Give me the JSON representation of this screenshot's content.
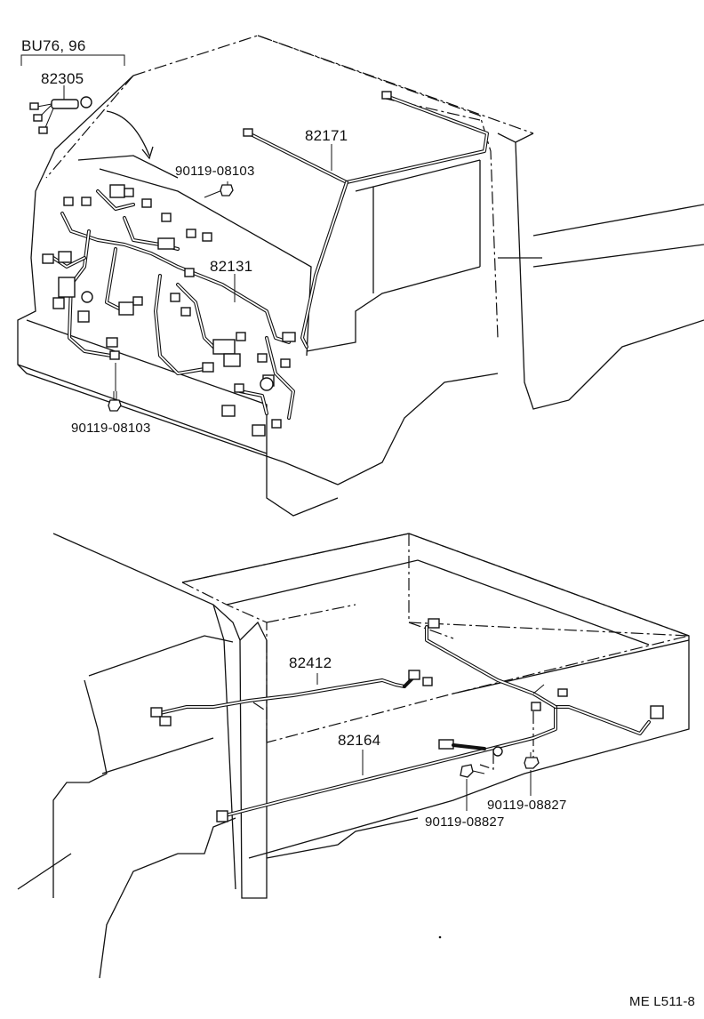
{
  "diagram": {
    "header_variant": "BU76, 96",
    "upper": {
      "parts": [
        {
          "id": "82305"
        },
        {
          "id": "82171"
        },
        {
          "id": "82131"
        },
        {
          "id": "90119-08103"
        },
        {
          "id": "90119-08103"
        }
      ]
    },
    "lower": {
      "parts": [
        {
          "id": "82412"
        },
        {
          "id": "82164"
        },
        {
          "id": "90119-08827"
        },
        {
          "id": "90119-08827"
        }
      ]
    },
    "footer_code": "ME L511-8"
  }
}
